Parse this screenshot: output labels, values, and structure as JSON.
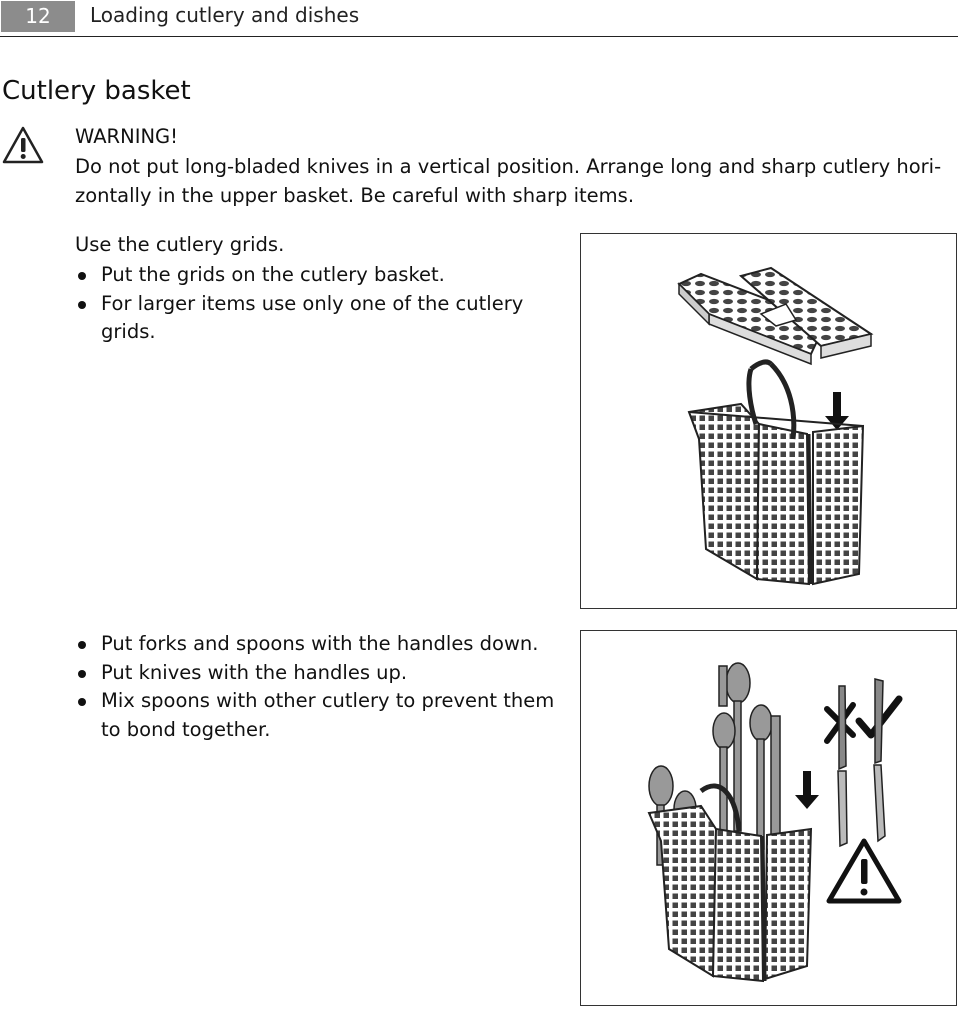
{
  "header": {
    "page_number": "12",
    "chapter_title": "Loading cutlery and dishes"
  },
  "section": {
    "title": "Cutlery basket"
  },
  "warning": {
    "icon": "warning-triangle-icon",
    "title": "WARNING!",
    "text": "Do not put long-bladed knives in a vertical position. Arrange long and sharp cutlery hori-zontally in the upper basket. Be careful with sharp items."
  },
  "grids": {
    "intro": "Use the cutlery grids.",
    "bullets": [
      "Put the grids on the cutlery basket.",
      "For larger items use only one of the cutlery grids."
    ]
  },
  "loading": {
    "bullets": [
      "Put forks and spoons with the handles down.",
      "Put knives with the handles up.",
      "Mix spoons with other cutlery to prevent them to bond together."
    ]
  },
  "colors": {
    "header_box": "#8c8c8c",
    "text": "#111111",
    "line": "#222222"
  }
}
